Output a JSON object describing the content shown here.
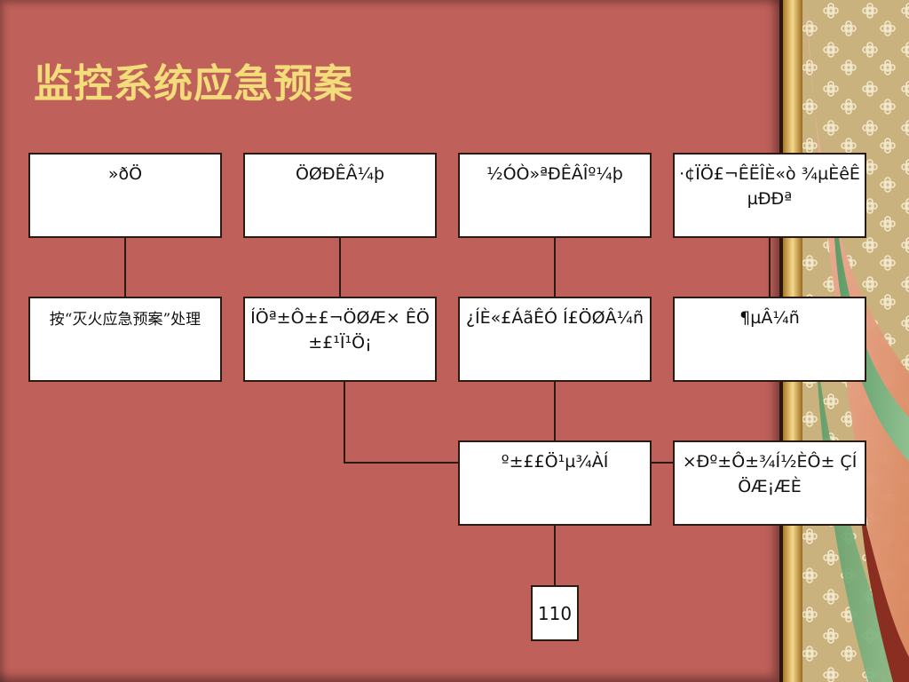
{
  "title": "监控系统应急预案",
  "nodes": {
    "r1c1": "»ðÖ",
    "r1c2": "ÖØÐÊÂ¼þ",
    "r1c3": "½ÓÒ»ªÐÊÂÎº¼þ",
    "r1c4": "·¢ÏÖ£¬ÊËÎÈ«ò ¾µÈêÊµÐÐª",
    "r2c1": "按“灭火应急预案”处理",
    "r2c2": "ÍÖª±Ô±£¬ÖØÆ× ÊÖ±£¹Ï¹Ö¡",
    "r2c3": "¿ÍÈ«£ÁãÊÓ Í£ÖØÂ¼ñ",
    "r2c4": "¶µÂ¼ñ",
    "r3c3": "º±££Ö¹µ¾ÀÍ",
    "r3c4": "×Ðº±Ô±¾Í½ÈÔ± ÇÍÖÆ¡ÆÈ",
    "page_number": "110"
  }
}
